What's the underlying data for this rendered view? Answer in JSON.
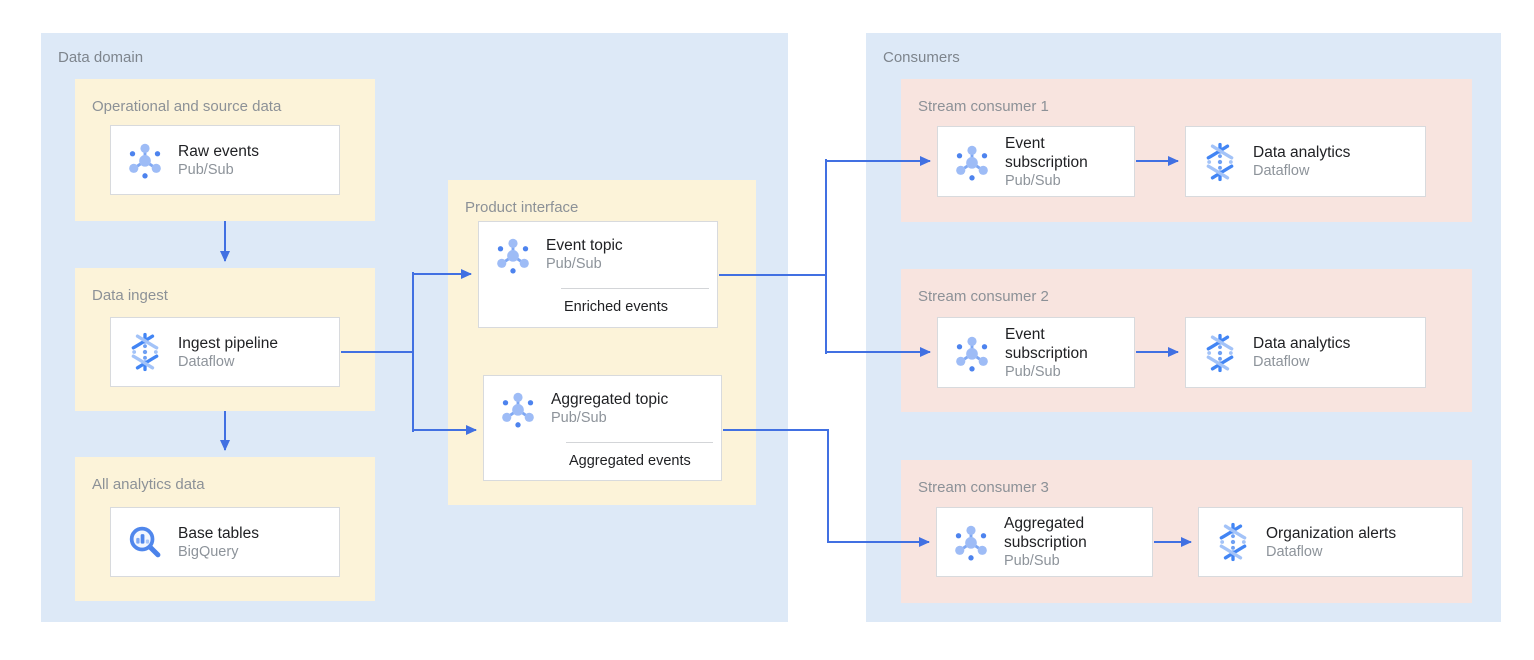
{
  "diagram": {
    "type": "architecture-diagram",
    "colors": {
      "zone_fill": "#dde9f7",
      "group_yellow_fill": "#fcf3d9",
      "group_pink_fill": "#f8e4df",
      "card_border": "#d8dadd",
      "arrow_blue": "#4170e2",
      "title_text": "#202124",
      "muted_text": "#8d939a"
    }
  },
  "containers": [
    {
      "label": "Data domain",
      "groups": [
        {
          "label": "Operational and source data",
          "cards": [
            {
              "icon": "pubsub",
              "title": "Raw events",
              "subtitle": "Pub/Sub"
            }
          ]
        },
        {
          "label": "Data ingest",
          "cards": [
            {
              "icon": "dataflow",
              "title": "Ingest pipeline",
              "subtitle": "Dataflow"
            }
          ]
        },
        {
          "label": "All analytics data",
          "cards": [
            {
              "icon": "bigquery",
              "title": "Base tables",
              "subtitle": "BigQuery"
            }
          ]
        },
        {
          "label": "Product interface",
          "cards": [
            {
              "icon": "pubsub",
              "title": "Event topic",
              "subtitle": "Pub/Sub",
              "note": "Enriched events"
            },
            {
              "icon": "pubsub",
              "title": "Aggregated topic",
              "subtitle": "Pub/Sub",
              "note": "Aggregated events"
            }
          ]
        }
      ]
    },
    {
      "label": "Consumers",
      "groups": [
        {
          "label": "Stream consumer 1",
          "cards": [
            {
              "icon": "pubsub",
              "title": "Event subscription",
              "subtitle": "Pub/Sub"
            },
            {
              "icon": "dataflow",
              "title": "Data analytics",
              "subtitle": "Dataflow"
            }
          ]
        },
        {
          "label": "Stream consumer 2",
          "cards": [
            {
              "icon": "pubsub",
              "title": "Event subscription",
              "subtitle": "Pub/Sub"
            },
            {
              "icon": "dataflow",
              "title": "Data analytics",
              "subtitle": "Dataflow"
            }
          ]
        },
        {
          "label": "Stream consumer 3",
          "cards": [
            {
              "icon": "pubsub",
              "title": "Aggregated subscription",
              "subtitle": "Pub/Sub"
            },
            {
              "icon": "dataflow",
              "title": "Organization alerts",
              "subtitle": "Dataflow"
            }
          ]
        }
      ]
    }
  ],
  "connections": [
    {
      "from": "Raw events (Pub/Sub)",
      "to": "Data ingest"
    },
    {
      "from": "Ingest pipeline (Dataflow)",
      "to": "All analytics data"
    },
    {
      "from": "Ingest pipeline (Dataflow)",
      "to": "Event topic (Pub/Sub)"
    },
    {
      "from": "Ingest pipeline (Dataflow)",
      "to": "Aggregated topic (Pub/Sub)"
    },
    {
      "from": "Event topic (Pub/Sub)",
      "to": "Event subscription (Stream consumer 1)"
    },
    {
      "from": "Event topic (Pub/Sub)",
      "to": "Event subscription (Stream consumer 2)"
    },
    {
      "from": "Aggregated topic (Pub/Sub)",
      "to": "Aggregated subscription (Stream consumer 3)"
    },
    {
      "from": "Event subscription (Stream consumer 1)",
      "to": "Data analytics (Dataflow)"
    },
    {
      "from": "Event subscription (Stream consumer 2)",
      "to": "Data analytics (Dataflow)"
    },
    {
      "from": "Aggregated subscription (Stream consumer 3)",
      "to": "Organization alerts (Dataflow)"
    }
  ]
}
